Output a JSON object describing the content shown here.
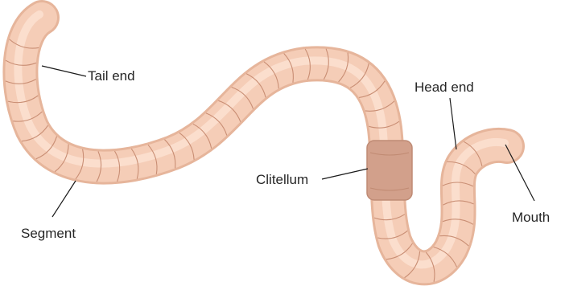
{
  "labels": {
    "tail_end": "Tail end",
    "head_end": "Head end",
    "segment": "Segment",
    "clitellum": "Clitellum",
    "mouth": "Mouth"
  },
  "colors": {
    "body_outline": "#e6b59b",
    "body_fill": "#f5cdb7",
    "body_highlight": "#fbe0d1",
    "segment_lines": "#c98e74",
    "clitellum_fill": "#d2a08b",
    "leader_lines": "#1a1a1a"
  }
}
